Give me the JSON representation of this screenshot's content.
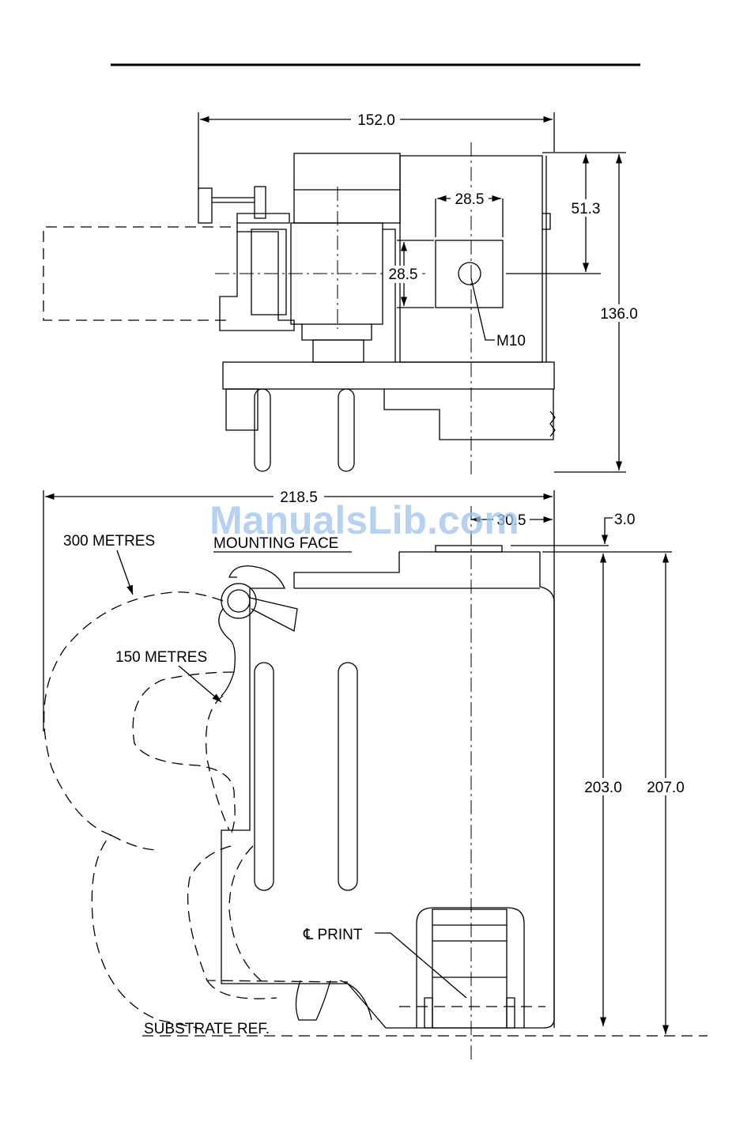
{
  "watermark": "ManualsLib.com",
  "top_view": {
    "dim_width": "152.0",
    "dim_port_width": "28.5",
    "dim_port_height": "28.5",
    "dim_port_offset": "51.3",
    "dim_height": "136.0",
    "thread_label": "M10"
  },
  "side_view": {
    "dim_width": "218.5",
    "dim_offset": "30.5",
    "dim_step": "3.0",
    "mounting_face_label": "MOUNTING FACE",
    "range_outer_label": "300 METRES",
    "range_inner_label": "150 METRES",
    "dim_inner_height": "203.0",
    "dim_outer_height": "207.0",
    "print_center_label": "℄ PRINT",
    "substrate_label": "SUBSTRATE REF."
  },
  "colors": {
    "line": "#000000",
    "watermark": "#9fc3ec"
  }
}
